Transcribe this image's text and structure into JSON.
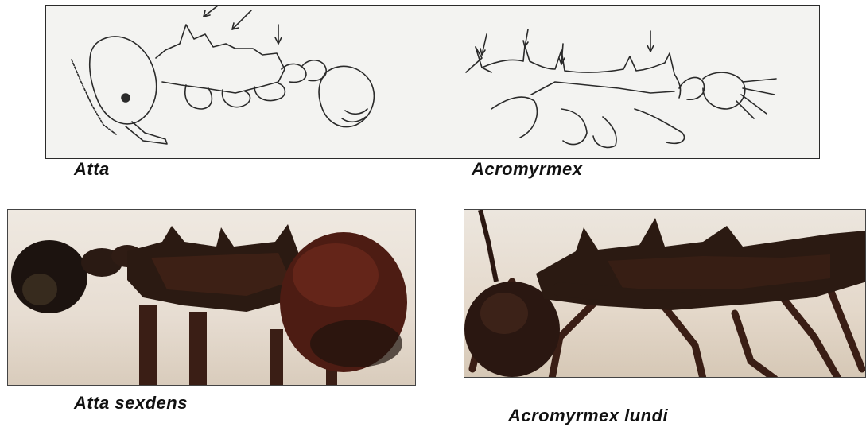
{
  "captions": {
    "atta": "Atta",
    "acromyrmex": "Acromyrmex",
    "atta_sexdens": "Atta sexdens",
    "acromyrmex_lundi": "Acromyrmex lundi"
  },
  "colors": {
    "drawing_background": "#f3f3f1",
    "ink": "#2a2a2a",
    "specimen_dark": "#2b1a12",
    "specimen_red": "#5a2418"
  }
}
